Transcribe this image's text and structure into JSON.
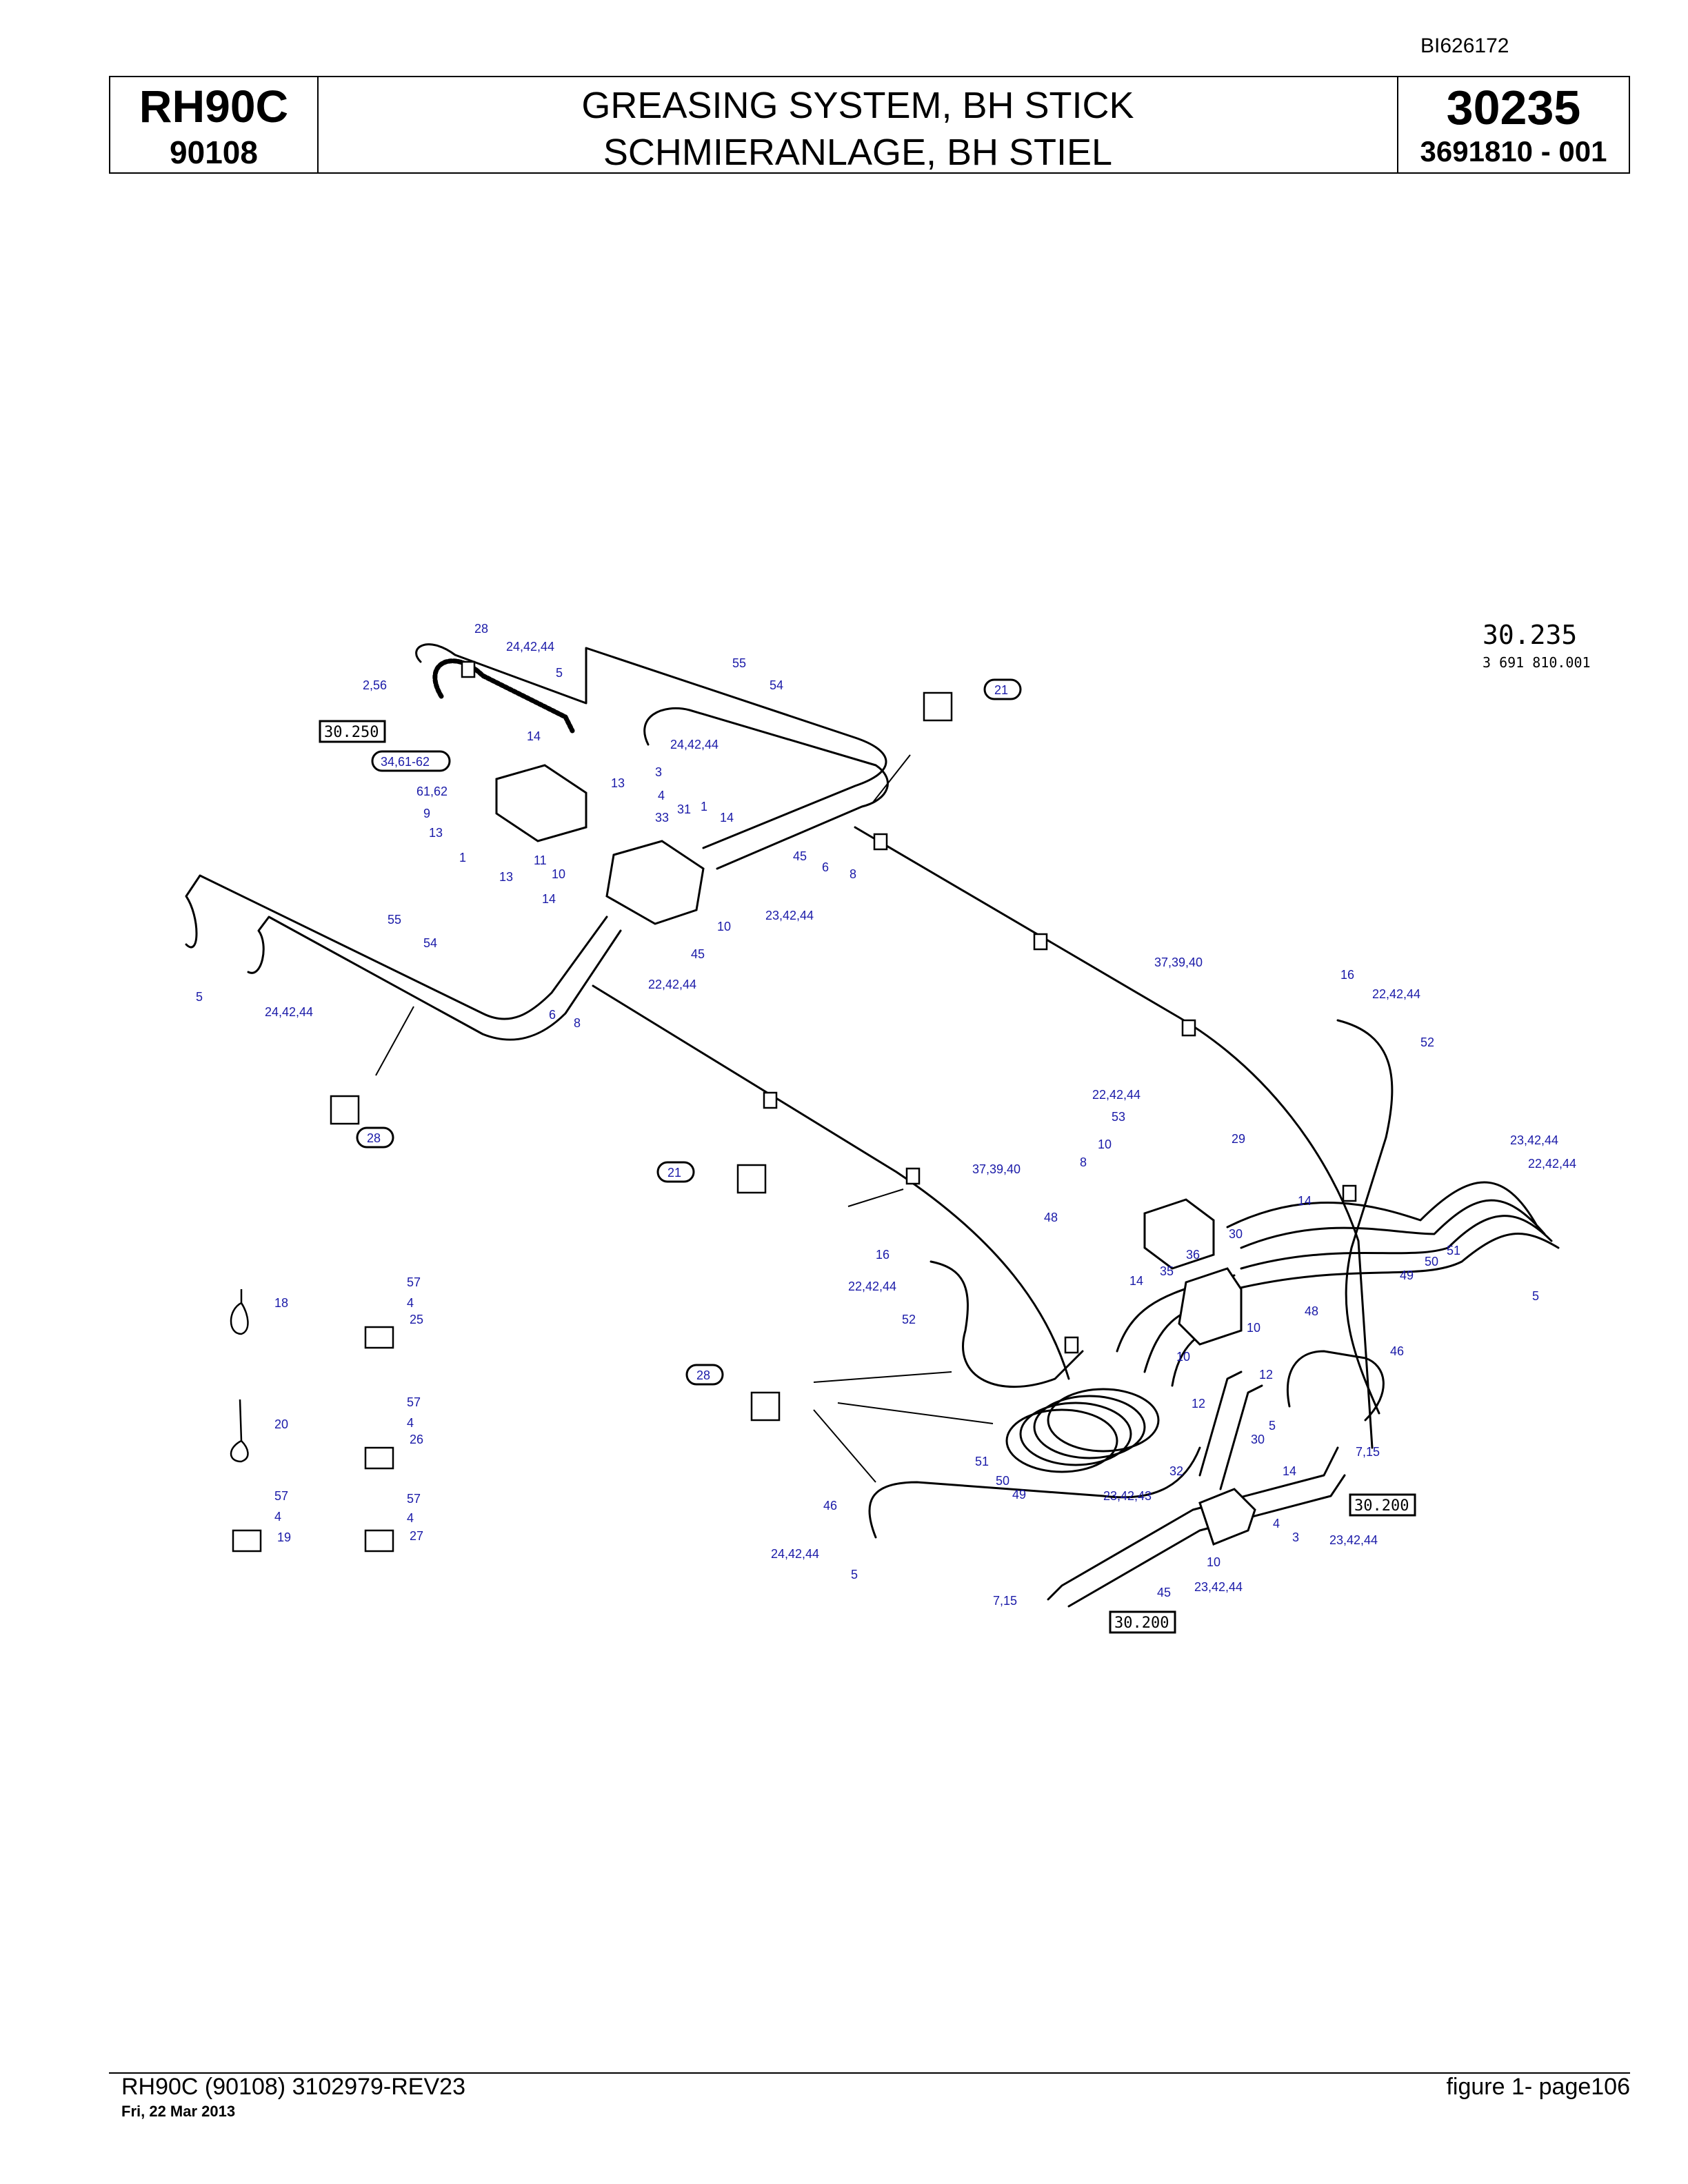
{
  "doc_id": "BI626172",
  "header": {
    "model": "RH90C",
    "serial": "90108",
    "title_en": "GREASING SYSTEM, BH STICK",
    "title_de": "SCHMIERANLAGE, BH STIEL",
    "page_code": "30235",
    "part_number": "3691810 - 001"
  },
  "figure": {
    "group_number": "30.235",
    "drawing_number": "3 691 810.001",
    "ref_boxes": [
      "30.250",
      "30.200",
      "30.200"
    ],
    "circled_refs": [
      "34,61-62",
      "21",
      "28",
      "21",
      "28"
    ],
    "callouts": [
      "28",
      "24,42,44",
      "2,56",
      "5",
      "55",
      "54",
      "24,42,44",
      "14",
      "13",
      "3",
      "4",
      "61,62",
      "9",
      "13",
      "1",
      "13",
      "11",
      "10",
      "33",
      "31",
      "1",
      "14",
      "45",
      "6",
      "8",
      "23,42,44",
      "10",
      "14",
      "55",
      "54",
      "45",
      "22,42,44",
      "6",
      "8",
      "5",
      "24,42,44",
      "37,39,40",
      "16",
      "22,42,44",
      "52",
      "22,42,44",
      "53",
      "29",
      "10",
      "8",
      "48",
      "30",
      "14",
      "35",
      "36",
      "14",
      "23,42,44",
      "22,42,44",
      "51",
      "50",
      "49",
      "5",
      "37,39,40",
      "16",
      "22,42,44",
      "52",
      "48",
      "10",
      "10",
      "12",
      "12",
      "46",
      "5",
      "30",
      "7,15",
      "14",
      "32",
      "23,42,43",
      "51",
      "50",
      "49",
      "46",
      "24,42,44",
      "5",
      "4",
      "3",
      "23,42,44",
      "10",
      "23,42,44",
      "45",
      "7,15",
      "57",
      "4",
      "18",
      "25",
      "57",
      "4",
      "20",
      "26",
      "57",
      "4",
      "19",
      "57",
      "4",
      "27"
    ]
  },
  "footer": {
    "left": "RH90C (90108) 3102979-REV23",
    "date": "Fri, 22 Mar 2013",
    "right": "figure  1- page106"
  }
}
